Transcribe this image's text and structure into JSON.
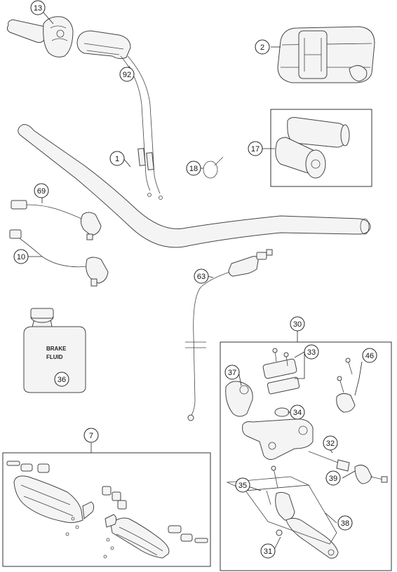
{
  "diagram": {
    "callouts": [
      "13",
      "2",
      "92",
      "1",
      "17",
      "18",
      "69",
      "10",
      "63",
      "36",
      "30",
      "33",
      "37",
      "46",
      "34",
      "32",
      "39",
      "35",
      "38",
      "31",
      "7"
    ],
    "bottle_label": [
      "BRAKE",
      "FLUID"
    ]
  }
}
